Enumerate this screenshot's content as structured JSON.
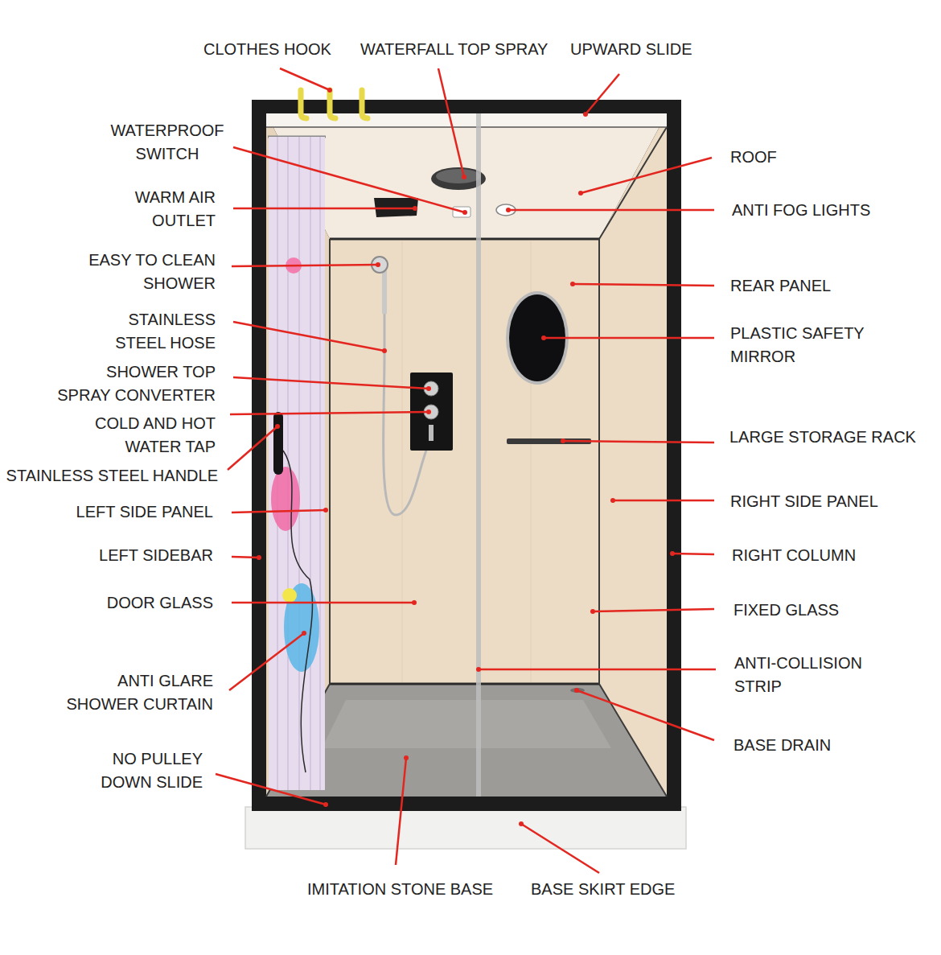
{
  "diagram": {
    "labels": [
      "CLOTHES HOOK",
      "WATERFALL TOP SPRAY",
      "UPWARD SLIDE",
      "WATERPROOF SWITCH",
      "WARM AIR OUTLET",
      "EASY TO CLEAN SHOWER",
      "STAINLESS STEEL HOSE",
      "SHOWER TOP SPRAY CONVERTER",
      "COLD AND HOT WATER TAP",
      "STAINLESS STEEL HANDLE",
      "LEFT SIDE PANEL",
      "LEFT SIDEBAR",
      "DOOR GLASS",
      "ANTI GLARE SHOWER CURTAIN",
      "NO PULLEY DOWN SLIDE",
      "ROOF",
      "ANTI FOG LIGHTS",
      "REAR PANEL",
      "PLASTIC SAFETY MIRROR",
      "LARGE STORAGE RACK",
      "RIGHT SIDE PANEL",
      "RIGHT COLUMN",
      "FIXED GLASS",
      "ANTI-COLLISION STRIP",
      "BASE DRAIN",
      "IMITATION STONE BASE",
      "BASE SKIRT EDGE"
    ]
  }
}
